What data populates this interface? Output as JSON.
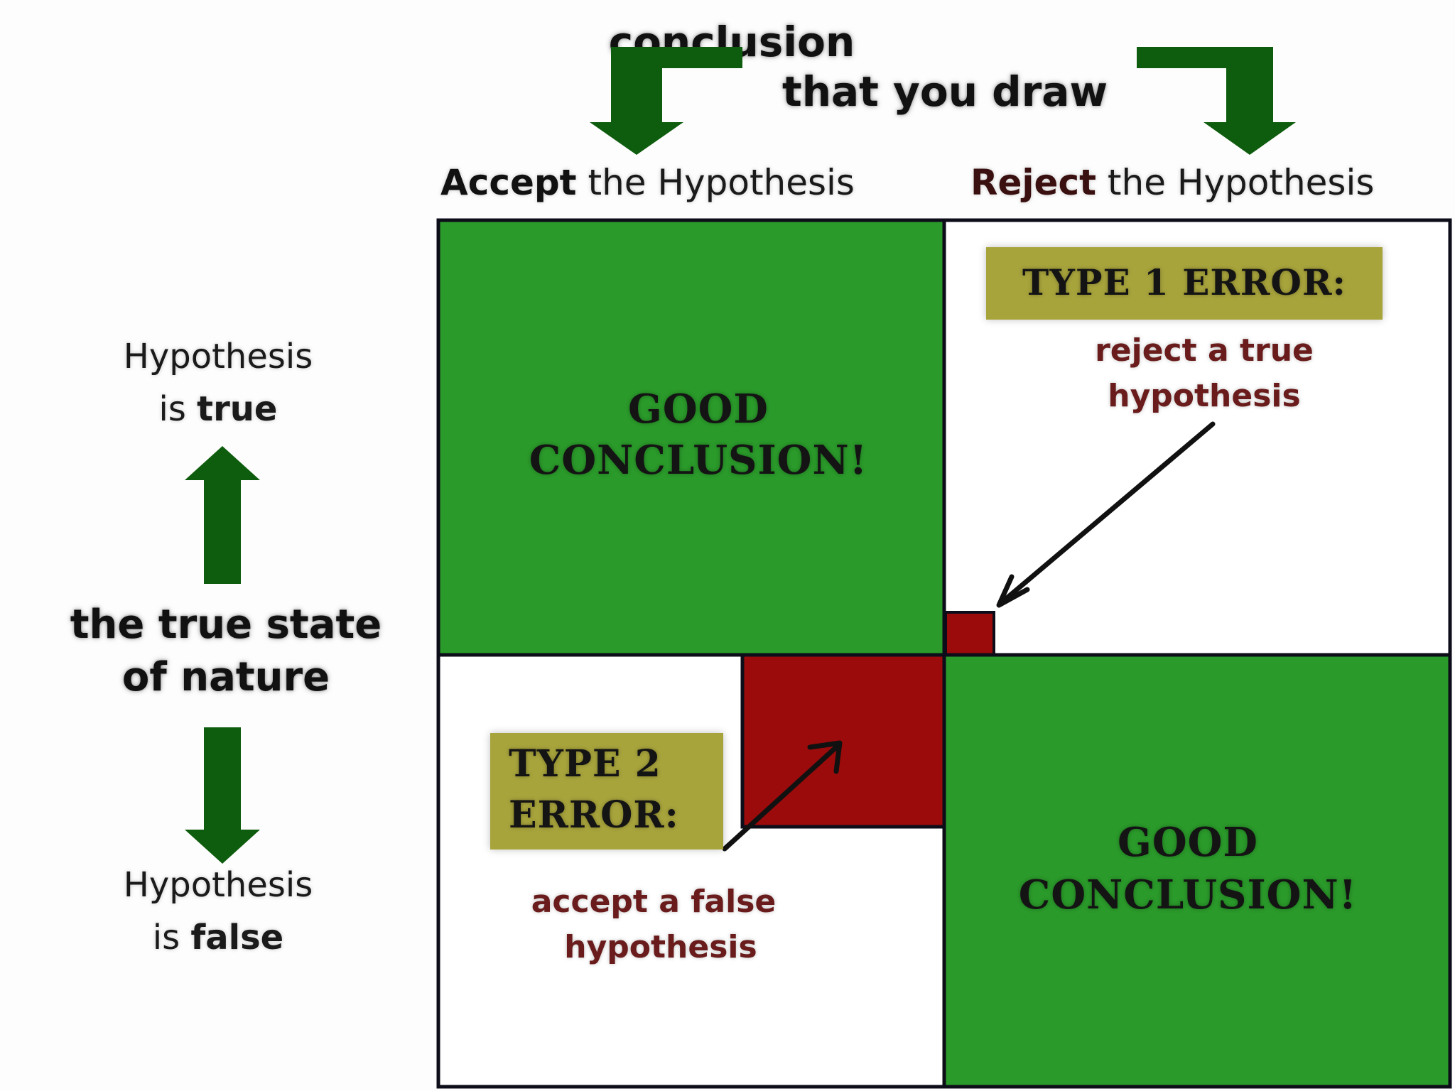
{
  "top": {
    "conclusion_line1": "conclusion",
    "conclusion_line2": "that you draw",
    "accept_bold": "Accept",
    "accept_rest": " the Hypothesis",
    "reject_bold": "Reject",
    "reject_rest": " the Hypothesis"
  },
  "left": {
    "true_line1": "Hypothesis",
    "true_line2_prefix": "is ",
    "true_line2_bold": "true",
    "state_line1": "the true state",
    "state_line2": "of nature",
    "false_line1": "Hypothesis",
    "false_line2_prefix": "is ",
    "false_line2_bold": "false"
  },
  "cells": {
    "good_top_line1": "GOOD",
    "good_top_line2": "CONCLUSION!",
    "good_bottom_line1": "GOOD",
    "good_bottom_line2": "CONCLUSION!",
    "type1_label": "TYPE 1 ERROR:",
    "type1_desc_line1": "reject a true",
    "type1_desc_line2": "hypothesis",
    "type2_label_line1": "TYPE 2",
    "type2_label_line2": "ERROR:",
    "type2_desc_line1": "accept a false",
    "type2_desc_line2": "hypothesis"
  },
  "colors": {
    "good": "#2a9a2a",
    "error": "#9b0b0b",
    "label_bg": "#a8a43c",
    "arrow": "#0e5c0e"
  }
}
